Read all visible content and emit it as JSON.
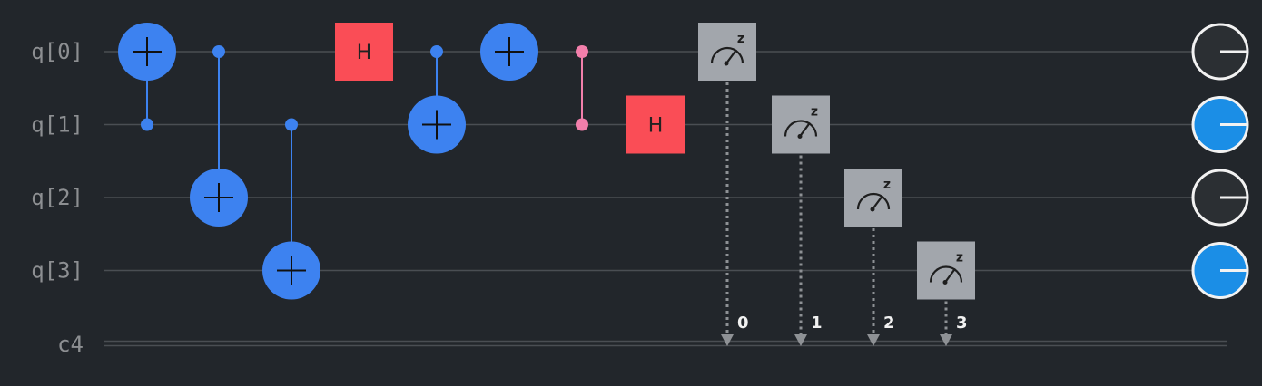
{
  "circuit": {
    "qubits": [
      "q[0]",
      "q[1]",
      "q[2]",
      "q[3]"
    ],
    "classical_register": "c4",
    "colors": {
      "background": "#22262b",
      "wire": "#4a4e53",
      "cnot": "#3d82f0",
      "hadamard": "#fa4d56",
      "cz": "#f27fab",
      "measure": "#a2a6ac",
      "measure_arrow": "#8e9195",
      "state_zero": "#2b2f33",
      "state_one": "#1b8ee6"
    },
    "gates": [
      {
        "type": "cnot",
        "control": 1,
        "target": 0
      },
      {
        "type": "cnot",
        "control": 0,
        "target": 2
      },
      {
        "type": "cnot",
        "control": 1,
        "target": 3
      },
      {
        "type": "h",
        "qubit": 0,
        "label": "H"
      },
      {
        "type": "cnot",
        "control": 0,
        "target": 1
      },
      {
        "type": "x",
        "qubit": 0
      },
      {
        "type": "cz",
        "qubits": [
          0,
          1
        ]
      },
      {
        "type": "h",
        "qubit": 1,
        "label": "H"
      },
      {
        "type": "measure",
        "qubit": 0,
        "bit": "0",
        "basis": "z"
      },
      {
        "type": "measure",
        "qubit": 1,
        "bit": "1",
        "basis": "z"
      },
      {
        "type": "measure",
        "qubit": 2,
        "bit": "2",
        "basis": "z"
      },
      {
        "type": "measure",
        "qubit": 3,
        "bit": "3",
        "basis": "z"
      }
    ],
    "output_states": [
      0,
      1,
      0,
      1
    ]
  }
}
